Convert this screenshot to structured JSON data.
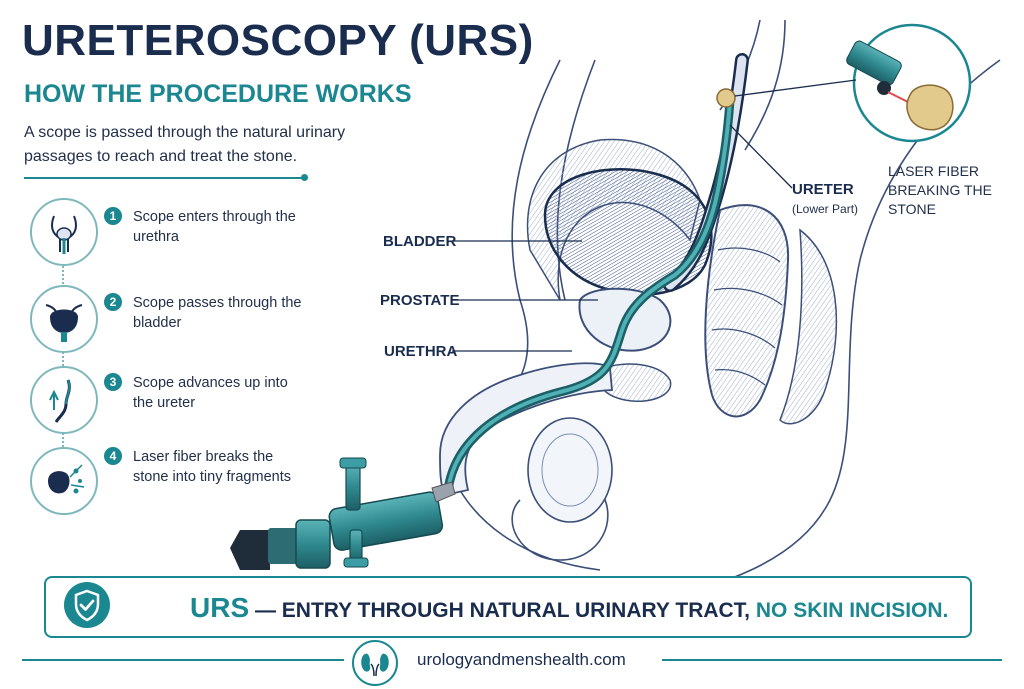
{
  "header": {
    "title": "URETEROSCOPY (URS)",
    "subtitle": "HOW THE PROCEDURE WORKS",
    "intro": "A scope is passed through the natural urinary passages to reach and treat the stone."
  },
  "steps": [
    {
      "number": "1",
      "text": "Scope enters through the urethra",
      "icon": "urethra-anatomy-icon"
    },
    {
      "number": "2",
      "text": "Scope passes through the bladder",
      "icon": "bladder-icon"
    },
    {
      "number": "3",
      "text": "Scope advances up into the ureter",
      "icon": "ureter-scope-icon"
    },
    {
      "number": "4",
      "text": "Laser fiber breaks the stone into tiny fragments",
      "icon": "stone-fragment-icon"
    }
  ],
  "labels": {
    "bladder": "BLADDER",
    "prostate": "PROSTATE",
    "urethra": "URETHRA",
    "ureter": "URETER",
    "ureter_sub": "(Lower Part)",
    "laser": "LASER FIBER BREAKING THE STONE"
  },
  "banner": {
    "lead": "URS",
    "dash": " — ",
    "middle": "ENTRY THROUGH NATURAL URINARY TRACT, ",
    "end": "NO SKIN INCISION.",
    "icon": "shield-check-icon"
  },
  "footer": {
    "url": "urologyandmenshealth.com",
    "icon": "kidney-icon"
  },
  "colors": {
    "teal": "#1b8790",
    "navy": "#1a2d4f",
    "scope": "#2f8a8f"
  }
}
